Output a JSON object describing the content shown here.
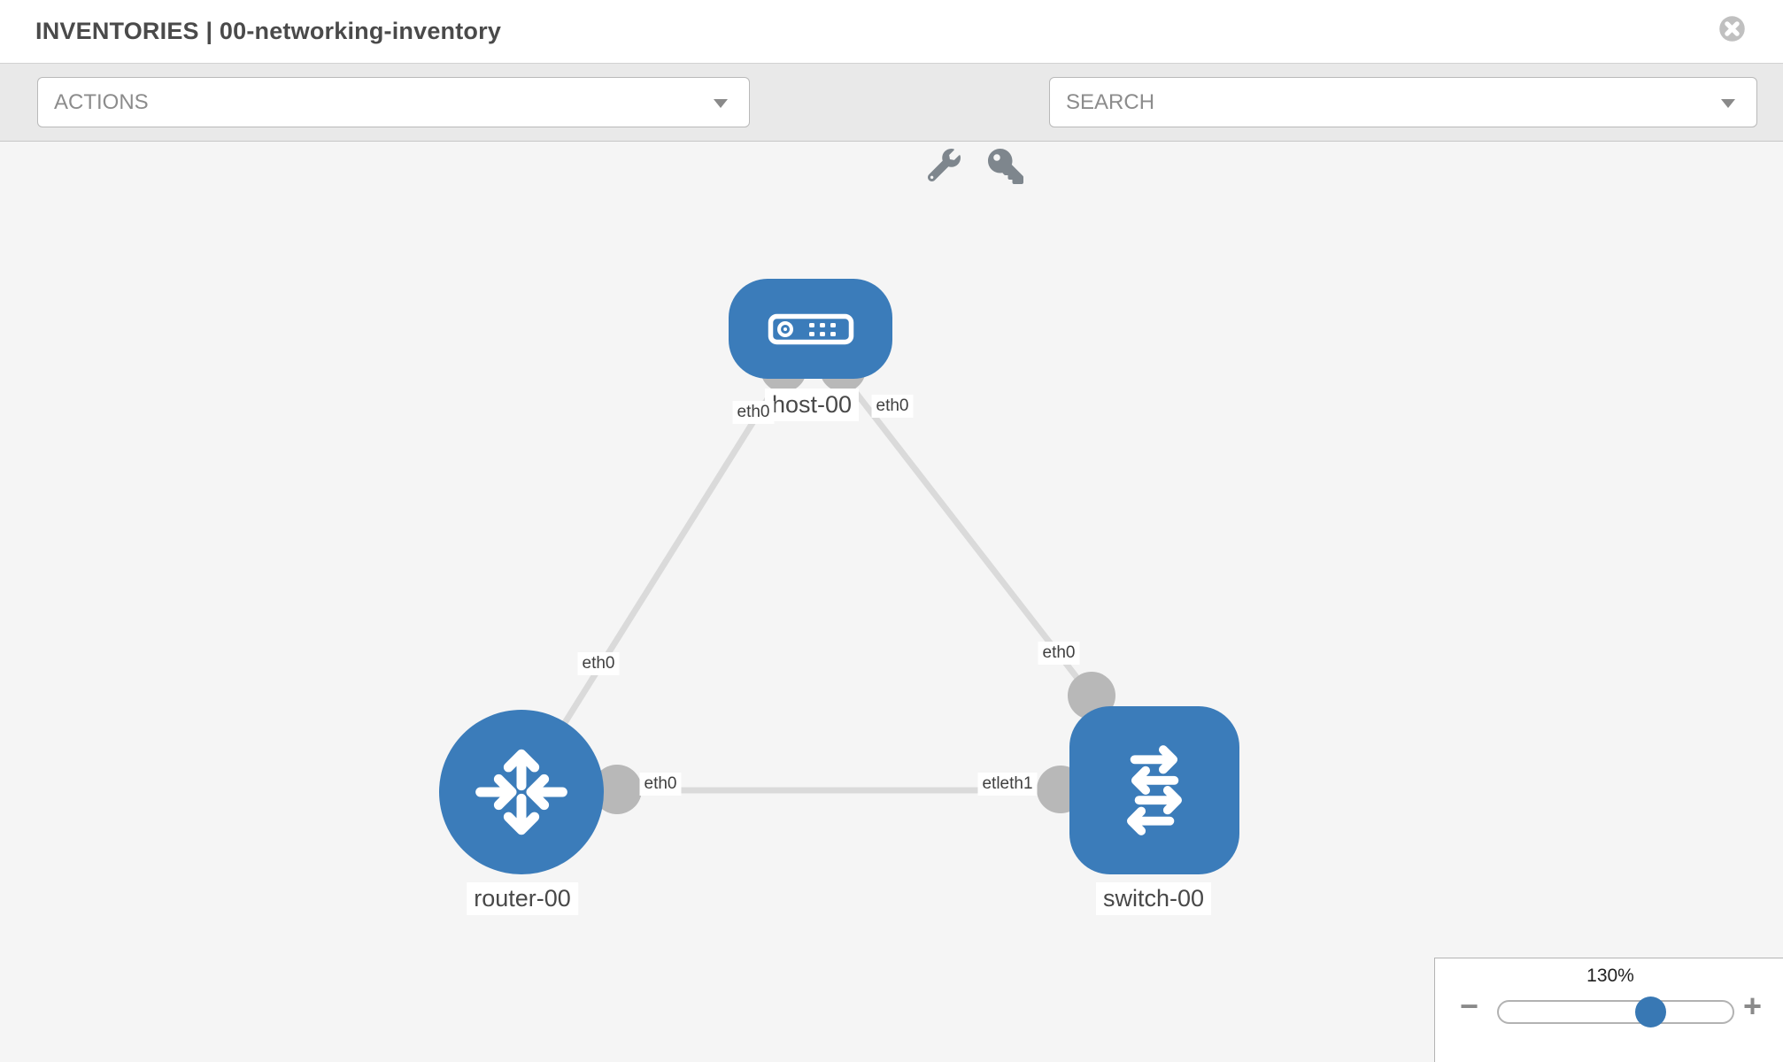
{
  "header": {
    "title": "INVENTORIES | 00-networking-inventory"
  },
  "toolbar": {
    "actions_label": "ACTIONS",
    "search_placeholder": "SEARCH"
  },
  "topology": {
    "nodes": [
      {
        "id": "host-00",
        "label": "host-00",
        "type": "host",
        "icon": "server-icon"
      },
      {
        "id": "router-00",
        "label": "router-00",
        "type": "router",
        "icon": "router-icon"
      },
      {
        "id": "switch-00",
        "label": "switch-00",
        "type": "switch",
        "icon": "switch-icon"
      }
    ],
    "links": [
      {
        "source": "host-00",
        "target": "router-00",
        "source_interface": "eth0",
        "target_interface": "eth0"
      },
      {
        "source": "host-00",
        "target": "switch-00",
        "source_interface": "eth0",
        "target_interface": "eth0"
      },
      {
        "source": "router-00",
        "target": "switch-00",
        "source_interface": "eth0",
        "target_interface": "etleth1"
      }
    ]
  },
  "zoom_control": {
    "value_label": "130%",
    "percent": 130,
    "zoom_out_label": "−",
    "zoom_in_label": "+"
  },
  "colors": {
    "node_blue": "#3b7cba",
    "link_gray": "#dadada",
    "connector_gray": "#b8b8b8",
    "canvas_bg": "#f5f5f5"
  }
}
